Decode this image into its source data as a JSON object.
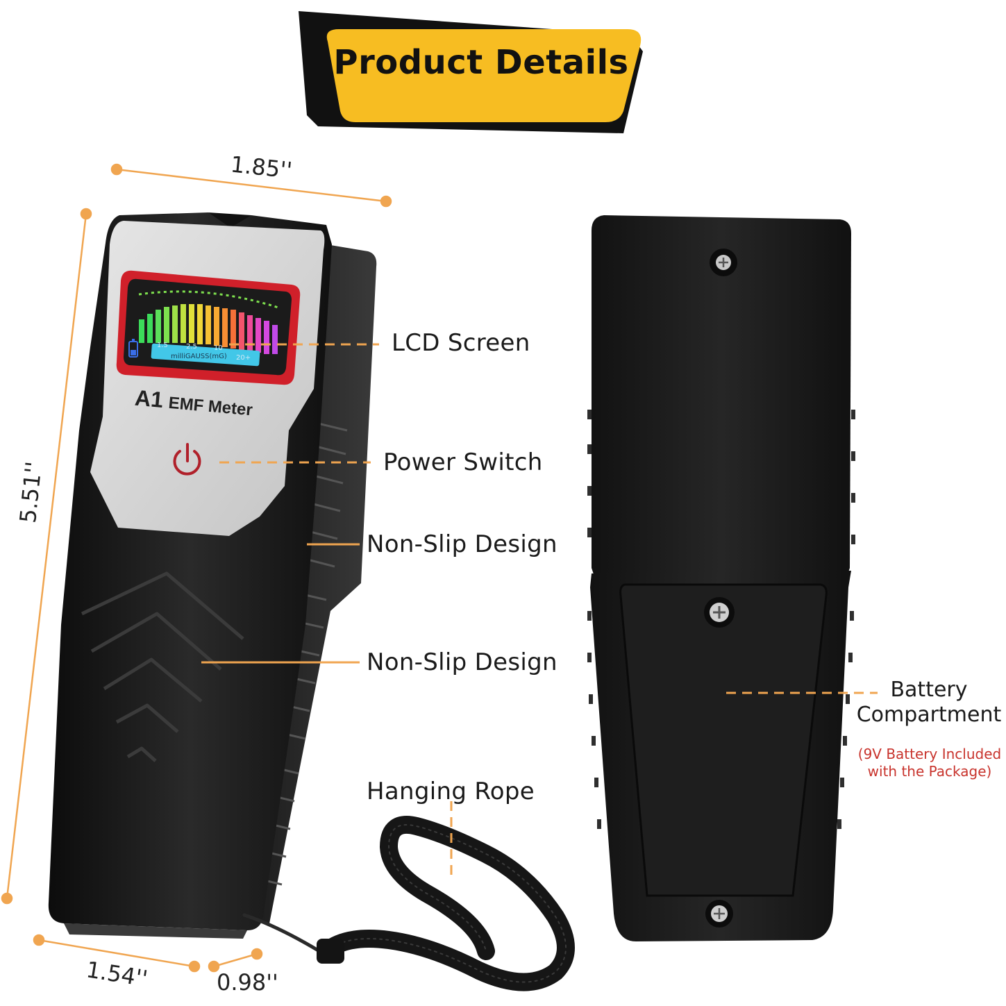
{
  "title": "Product Details",
  "dimensions": {
    "width": "1.85''",
    "height": "5.51''",
    "bottom_width": "1.54''",
    "depth": "0.98''"
  },
  "device": {
    "model": "A1",
    "name": "EMF Meter",
    "lcd_ticks": [
      "1.5",
      "2.5",
      "10",
      "20+"
    ],
    "lcd_unit": "milliGAUSS(mG)"
  },
  "callouts": {
    "lcd": "LCD Screen",
    "power": "Power Switch",
    "nonslip_1": "Non-Slip Design",
    "nonslip_2": "Non-Slip Design",
    "rope": "Hanging Rope",
    "battery": "Battery Compartment",
    "battery_note": "(9V Battery Included with the Package)"
  },
  "colors": {
    "accent_orange": "#f0a550",
    "banner_yellow": "#f7bd22",
    "device_black": "#161616",
    "panel_silver": "#d8d8d8",
    "screen_red": "#d0202a",
    "power_red": "#b0202a",
    "note_red": "#c8332c"
  },
  "icons": [
    "power-icon",
    "battery-icon",
    "screw-icon"
  ]
}
